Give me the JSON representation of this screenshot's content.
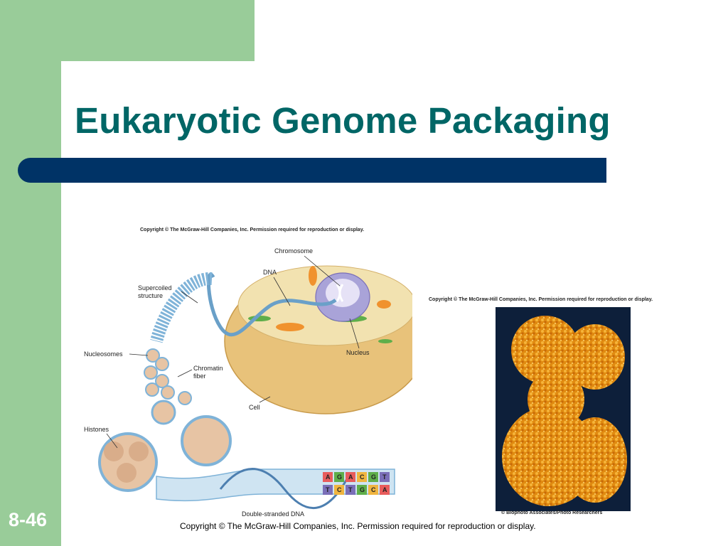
{
  "slide": {
    "title": "Eukaryotic Genome Packaging",
    "number": "8-46",
    "footer": "Copyright © The McGraw-Hill Companies, Inc. Permission required for reproduction or display."
  },
  "figure_left": {
    "copyright": "Copyright © The McGraw-Hill Companies, Inc. Permission required for reproduction or display.",
    "labels": {
      "chromosome": "Chromosome",
      "dna": "DNA",
      "supercoiled_1": "Supercoiled",
      "supercoiled_2": "structure",
      "nucleosomes": "Nucleosomes",
      "chromatin_1": "Chromatin",
      "chromatin_2": "fiber",
      "nucleus": "Nucleus",
      "cell": "Cell",
      "histones": "Histones",
      "double_stranded": "Double-stranded DNA"
    },
    "bases_top": [
      "A",
      "G",
      "A",
      "C",
      "G",
      "T"
    ],
    "bases_bottom": [
      "T",
      "C",
      "T",
      "G",
      "C",
      "A"
    ]
  },
  "figure_right": {
    "copyright": "Copyright © The McGraw-Hill Companies, Inc. Permission required for reproduction or display.",
    "credit": "© Biophoto Associates/Photo Researchers"
  },
  "colors": {
    "accent_green": "#99cc99",
    "title_teal": "#006666",
    "bar_navy": "#003366"
  }
}
